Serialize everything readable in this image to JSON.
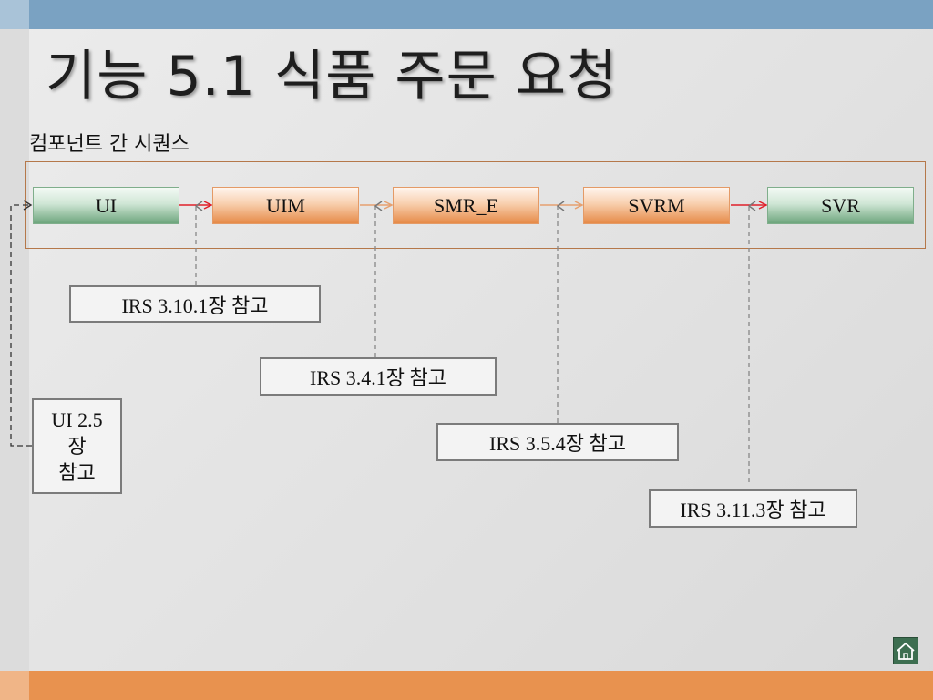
{
  "slide": {
    "title": "기능 5.1 식품 주문 요청",
    "subtitle": "컴포넌트 간 시퀀스"
  },
  "components": [
    {
      "id": "ui",
      "label": "UI",
      "color": "green"
    },
    {
      "id": "uim",
      "label": "UIM",
      "color": "orange"
    },
    {
      "id": "smr_e",
      "label": "SMR_E",
      "color": "orange"
    },
    {
      "id": "svrm",
      "label": "SVRM",
      "color": "orange"
    },
    {
      "id": "svr",
      "label": "SVR",
      "color": "green"
    }
  ],
  "references": {
    "uim": "IRS 3.10.1장 참고",
    "smr_e": "IRS 3.4.1장 참고",
    "svrm": "IRS 3.5.4장 참고",
    "svr": "IRS 3.11.3장 참고",
    "ui": [
      "UI 2.5",
      "장",
      "참고"
    ]
  },
  "colors": {
    "accent_top": "#7aa2c2",
    "accent_bottom": "#e8924f",
    "flow_arrow": "#e0202a",
    "frame": "#b5784a"
  },
  "icons": {
    "home": "home-icon"
  }
}
